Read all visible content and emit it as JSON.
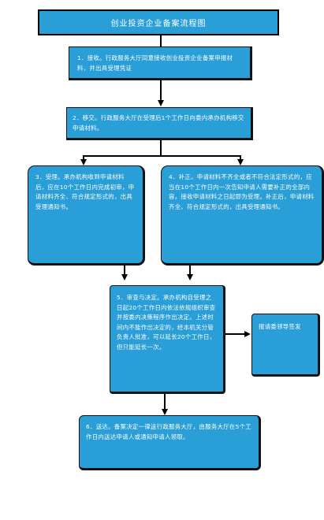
{
  "title": "创业投资企业备案流程图",
  "steps": {
    "s1": "1．接收。行政服务大厅同意接收创业投资企业备案申报材料，并出具受理凭证",
    "s2": "2．移交。行政服务大厅在受理后1个工作日向委内承办机构移交申请材料。",
    "s3": "3．受理。承办机构收到申请材料后，应在10个工作日内完成初审，申请材料齐全、符合规定形式的，出具受理通知书。",
    "s4": "4．补正。申请材料不齐全或者不符合法定形式的，应当在10个工作日内一次告知申请人需要补正的全部内容。接收申请材料之日起即为受理。补正后，申请材料齐全、符合规定形式的，出具受理通知书。",
    "s5": "5．审查与决定。承办机构自受理之日起20个工作日内依法依规组织审查并按委内决策程序作出决定。上述时间内不能作出决定的，经本机关分管负责人批准，可以延长20个工作日，但只能延长一次。",
    "side": "报请委领导签发",
    "s6": "6．送达。备案决定一律送行政服务大厅，由服务大厅在5个工作日内送达申请人或通知申请人领取。"
  }
}
